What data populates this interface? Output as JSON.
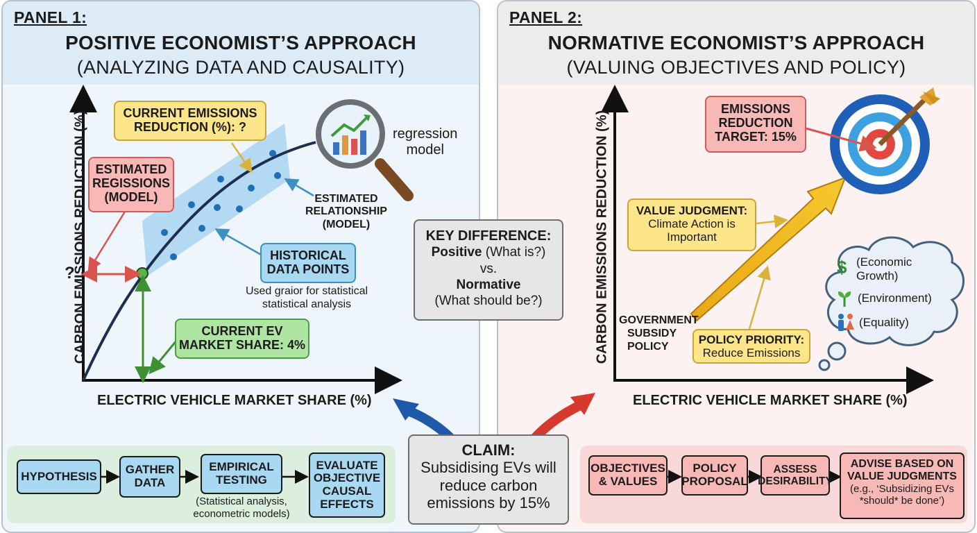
{
  "panel1": {
    "tag": "PANEL 1:",
    "title": "POSITIVE ECONOMIST’S APPROACH",
    "subtitle": "(ANALYZING DATA AND CAUSALITY)",
    "y_axis_label": "CARBON EMISSIONS REDUCTION (%)",
    "x_axis_label": "ELECTRIC VEHICLE MARKET SHARE (%)",
    "question_mark": "?",
    "current_emissions_box": [
      "CURRENT EMISSIONS",
      "REDUCTION (%): ?"
    ],
    "estimated_regressions_box": [
      "ESTIMATED",
      "REGISSIONS",
      "(MODEL)"
    ],
    "regression_model_label": [
      "regression",
      "model"
    ],
    "estimated_relationship_label": [
      "ESTIMATED",
      "RELATIONSHIP",
      "(MODEL)"
    ],
    "historical_box": [
      "HISTORICAL",
      "DATA POINTS"
    ],
    "historical_note": [
      "Used graior for statistical",
      "statistical analysis"
    ],
    "current_ev_box": [
      "CURRENT EV",
      "MARKET SHARE: 4%"
    ],
    "flow": {
      "steps": [
        {
          "label": [
            "HYPOTHESIS"
          ]
        },
        {
          "label": [
            "GATHER",
            "DATA"
          ]
        },
        {
          "label": [
            "EMPIRICAL",
            "TESTING"
          ]
        },
        {
          "label": [
            "EVALUATE",
            "OBJECTIVE",
            "CAUSAL",
            "EFFECTS"
          ]
        }
      ],
      "testing_note": [
        "(Statistical analysis,",
        "econometric models)"
      ]
    },
    "colors": {
      "data_point": "#1f6fb8",
      "curve": "#1d2f4f",
      "band": "#a9d3f0"
    }
  },
  "panel2": {
    "tag": "PANEL 2:",
    "title": "NORMATIVE ECONOMIST’S APPROACH",
    "subtitle": "(VALUING OBJECTIVES AND POLICY)",
    "y_axis_label": "CARBON EMISSIONS REDUCTION (%)",
    "x_axis_label": "ELECTRIC VEHICLE MARKET SHARE (%)",
    "target_box": [
      "EMISSIONS",
      "REDUCTION",
      "TARGET: 15%"
    ],
    "value_judgment_box": [
      "VALUE JUDGMENT:",
      "Climate Action is",
      "Important"
    ],
    "government_label": [
      "GOVERNMENT",
      "SUBSIDY",
      "POLICY"
    ],
    "policy_priority_box": [
      "POLICY PRIORITY:",
      "Reduce Emissions"
    ],
    "cloud_items": [
      {
        "icon": "dollar-icon",
        "label": [
          "(Economic",
          "Growth)"
        ]
      },
      {
        "icon": "plant-icon",
        "label": [
          "(Environment)"
        ]
      },
      {
        "icon": "people-icon",
        "label": [
          "(Equality)"
        ]
      }
    ],
    "flow": {
      "steps": [
        {
          "label": [
            "OBJECTIVES",
            "& VALUES"
          ]
        },
        {
          "label": [
            "POLICY",
            "PROPOSAL"
          ]
        },
        {
          "label": [
            "ASSESS",
            "DESIRABILITY"
          ]
        },
        {
          "label": [
            "ADVISE BASED ON",
            "VALUE JUDGMENTS"
          ]
        }
      ],
      "advise_note": [
        "(e.g., ‘Subsidizing EVs",
        "*should* be done’)"
      ]
    }
  },
  "key_difference": {
    "title": "KEY DIFFERENCE:",
    "positive_word": "Positive",
    "positive_q": " (What is?)",
    "vs": "vs.",
    "normative_word": "Normative",
    "normative_q": "(What should be?)"
  },
  "claim": {
    "title": "CLAIM:",
    "lines": [
      "Subsidising EVs will",
      "reduce carbon",
      "emissions by 15%"
    ]
  }
}
